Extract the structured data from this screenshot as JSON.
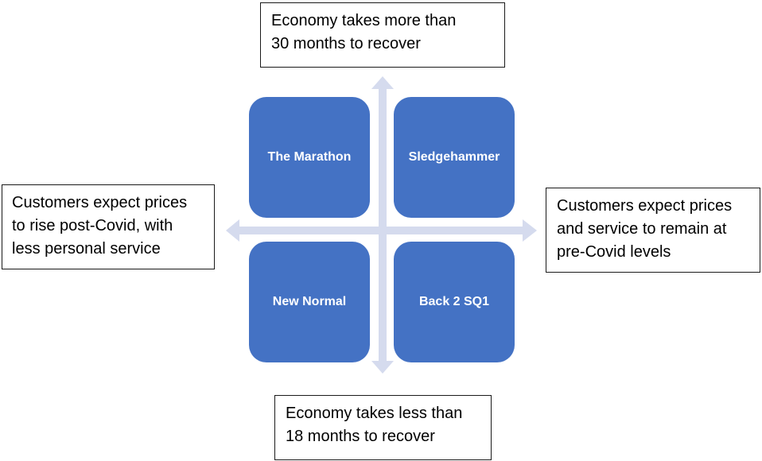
{
  "colors": {
    "quadrant_fill": "#4472c4",
    "axis_arrow": "#d5dbee",
    "box_border": "#1a1a1a",
    "text": "#000000"
  },
  "quadrants": {
    "top_left": "The Marathon",
    "top_right": "Sledgehammer",
    "bottom_left": "New Normal",
    "bottom_right": "Back 2 SQ1"
  },
  "axis_labels": {
    "top": {
      "lines": [
        "Economy takes more than",
        "30 months to recover"
      ]
    },
    "bottom": {
      "lines": [
        "Economy takes less than",
        "18 months to recover"
      ]
    },
    "left": {
      "lines": [
        "Customers expect prices",
        "to rise post-Covid, with",
        "less personal service"
      ]
    },
    "right": {
      "lines": [
        "Customers expect prices",
        "and service to remain at",
        "pre-Covid levels"
      ]
    }
  }
}
